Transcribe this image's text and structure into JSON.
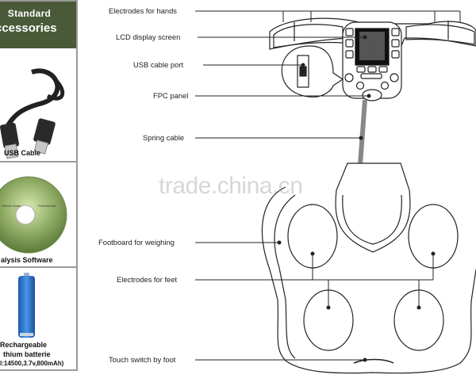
{
  "accessories": {
    "header_line1": "Standard",
    "header_line2": "ccessories",
    "usb_label": "USB  Cable",
    "software_label": "alysis Software",
    "battery_line1": "Rechargeable",
    "battery_line2": "thium batterie",
    "battery_line3": "l:14500,3.7v,800mAh)"
  },
  "callouts": {
    "electrodes_hands": "Electrodes for hands",
    "lcd_screen": "LCD display screen",
    "usb_port": "USB cable port",
    "fpc_panel": "FPC panel",
    "spring_cable": "Spring cable",
    "footboard": "Footboard for weighing",
    "electrodes_feet": "Electrodes for feet",
    "touch_switch": "Touch switch by foot"
  },
  "watermark": "trade.china.cn"
}
